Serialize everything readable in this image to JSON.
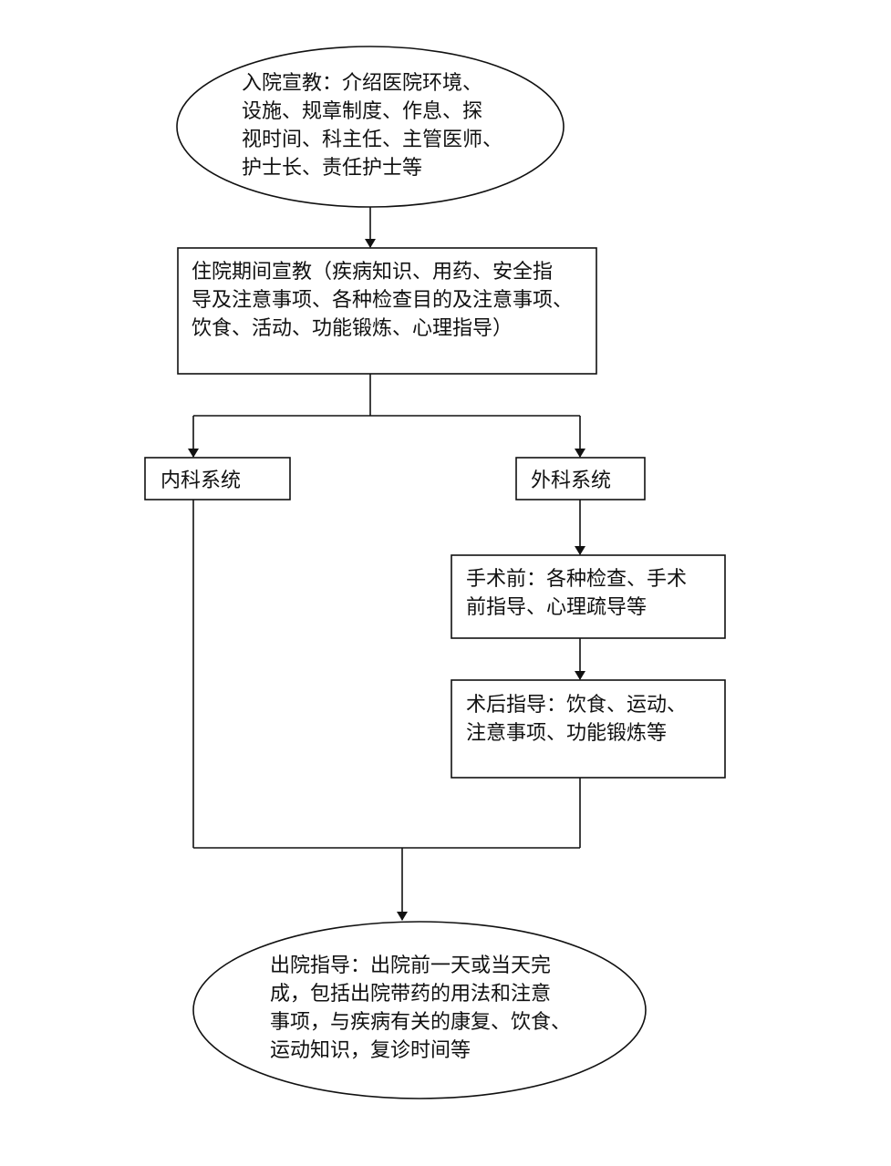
{
  "flowchart": {
    "admission": {
      "lines": [
        "入院宣教：介绍医院环境、",
        "设施、规章制度、作息、探",
        "视时间、科主任、主管医师、",
        "护士长、责任护士等"
      ]
    },
    "hospital_stay": {
      "lines": [
        "住院期间宣教（疾病知识、用药、安全指",
        "导及注意事项、各种检查目的及注意事项、",
        "饮食、活动、功能锻炼、心理指导）"
      ]
    },
    "internal_medicine": {
      "label": "内科系统"
    },
    "surgery": {
      "label": "外科系统"
    },
    "pre_operation": {
      "lines": [
        "手术前：各种检查、手术",
        "前指导、心理疏导等"
      ]
    },
    "post_operation": {
      "lines": [
        "术后指导：饮食、运动、",
        "注意事项、功能锻炼等"
      ]
    },
    "discharge": {
      "lines": [
        "出院指导：出院前一天或当天完",
        "成，包括出院带药的用法和注意",
        "事项，与疾病有关的康复、饮食、",
        "运动知识，复诊时间等"
      ]
    }
  }
}
